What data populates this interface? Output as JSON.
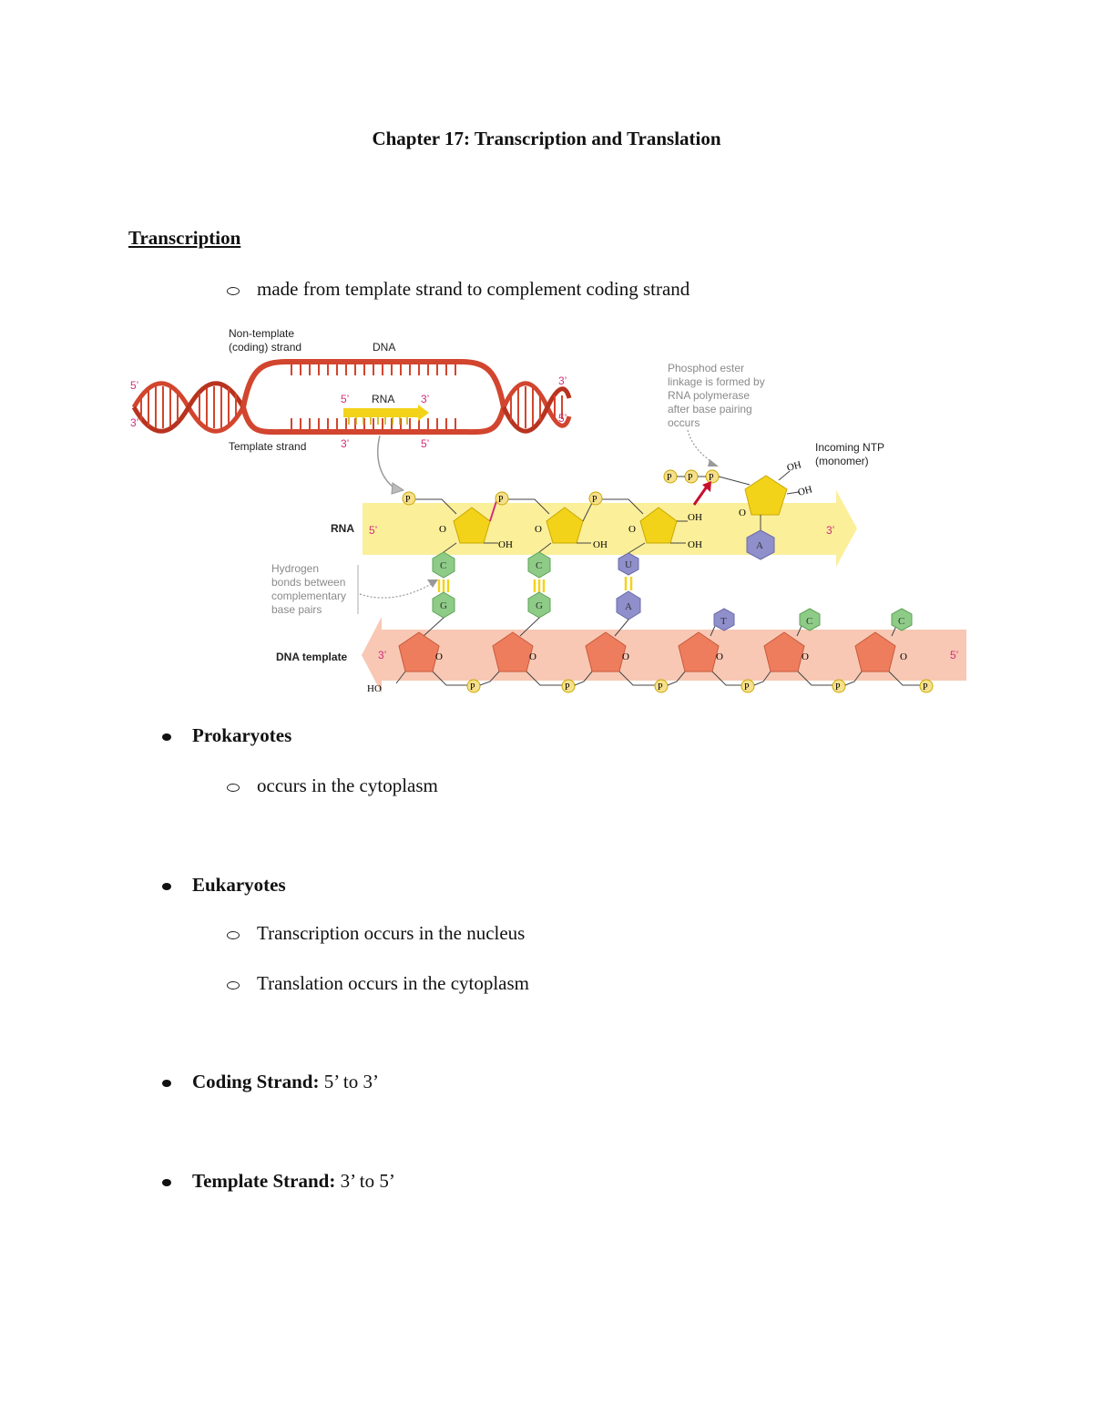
{
  "title": "Chapter 17: Transcription and Translation",
  "section": {
    "heading": "Transcription"
  },
  "intro_point": "made from template strand to complement coding strand",
  "figure": {
    "top": {
      "nontemplate_label_line1": "Non-template",
      "nontemplate_label_line2": "(coding) strand",
      "dna_label": "DNA",
      "template_label": "Template strand",
      "rna_label": "RNA",
      "five_prime": "5’",
      "three_prime": "3’"
    },
    "callouts": {
      "phosphodiester": [
        "Phosphod ester",
        "linkage is formed by",
        "RNA polymerase",
        "after base pairing",
        "occurs"
      ],
      "hydrogen": [
        "Hydrogen",
        "bonds between",
        "complementary",
        "base pairs"
      ],
      "ntp": [
        "Incoming NTP",
        "(monomer)"
      ]
    },
    "rna_band": {
      "label": "RNA",
      "start": "5’",
      "end": "3’"
    },
    "dna_band": {
      "label": "DNA template",
      "start": "3’",
      "end": "5’"
    },
    "atoms": {
      "oh": "OH",
      "ho": "HO",
      "o": "O",
      "p": "P"
    },
    "rna_pairs": [
      {
        "rna": "C",
        "dna": "G"
      },
      {
        "rna": "C",
        "dna": "G"
      },
      {
        "rna": "U",
        "dna": "A"
      }
    ],
    "incoming_base": "A",
    "unpaired_dna_bases": [
      "T",
      "C",
      "C"
    ],
    "colors": {
      "rna_band": "#fbef9a",
      "dna_band": "#f8c8b4",
      "rna_sugar": "#f3d31a",
      "dna_sugar": "#ee7d5e",
      "phosphate": "#f7e08c",
      "purine_green": "#8ecb87",
      "purple_base": "#8f8fcb",
      "helix_red": "#d2452e",
      "callout_gray": "#8a8a8a",
      "prime_magenta": "#d0307a"
    }
  },
  "groups": [
    {
      "heading": "Prokaryotes",
      "items": [
        "occurs in the cytoplasm"
      ]
    },
    {
      "heading": "Eukaryotes",
      "items": [
        "Transcription occurs in the nucleus",
        "Translation occurs in the cytoplasm"
      ]
    }
  ],
  "facts": [
    {
      "label": "Coding Strand:",
      "value": "5’ to 3’"
    },
    {
      "label": "Template Strand:",
      "value": "3’ to 5’"
    }
  ]
}
